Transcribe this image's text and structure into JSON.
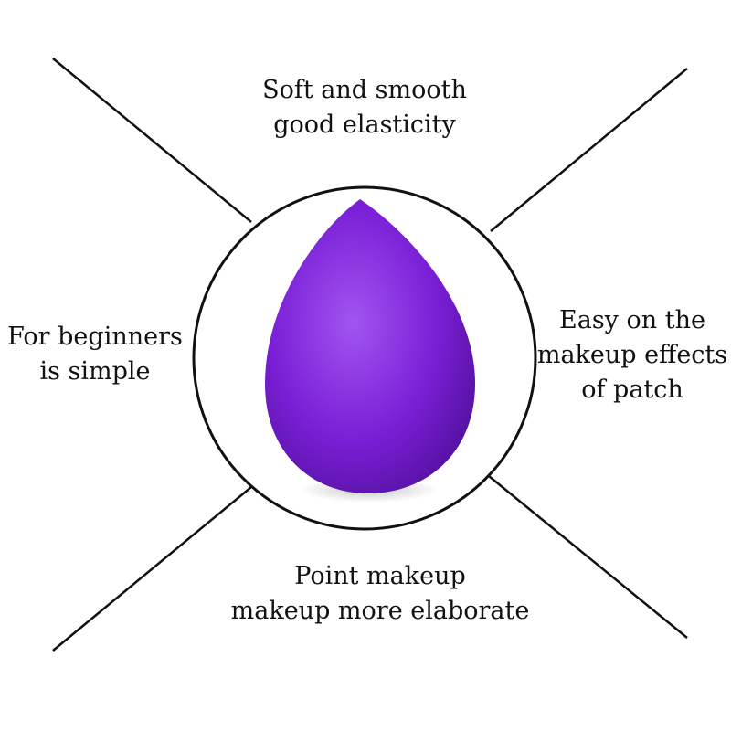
{
  "colors": {
    "background": "#ffffff",
    "line": "#111111",
    "sponge": "#7a1fd6",
    "sponge_highlight": "#a155f0",
    "sponge_shadow": "#4d0f97"
  },
  "product": {
    "icon": "beauty-sponge"
  },
  "features": {
    "top": {
      "line1": "Soft and smooth",
      "line2": "good elasticity"
    },
    "left": {
      "line1": "For beginners",
      "line2": "is simple"
    },
    "right": {
      "line1": "Easy on the",
      "line2": "makeup effects",
      "line3": "of patch"
    },
    "bottom": {
      "line1": "Point makeup",
      "line2": "makeup more elaborate"
    }
  }
}
